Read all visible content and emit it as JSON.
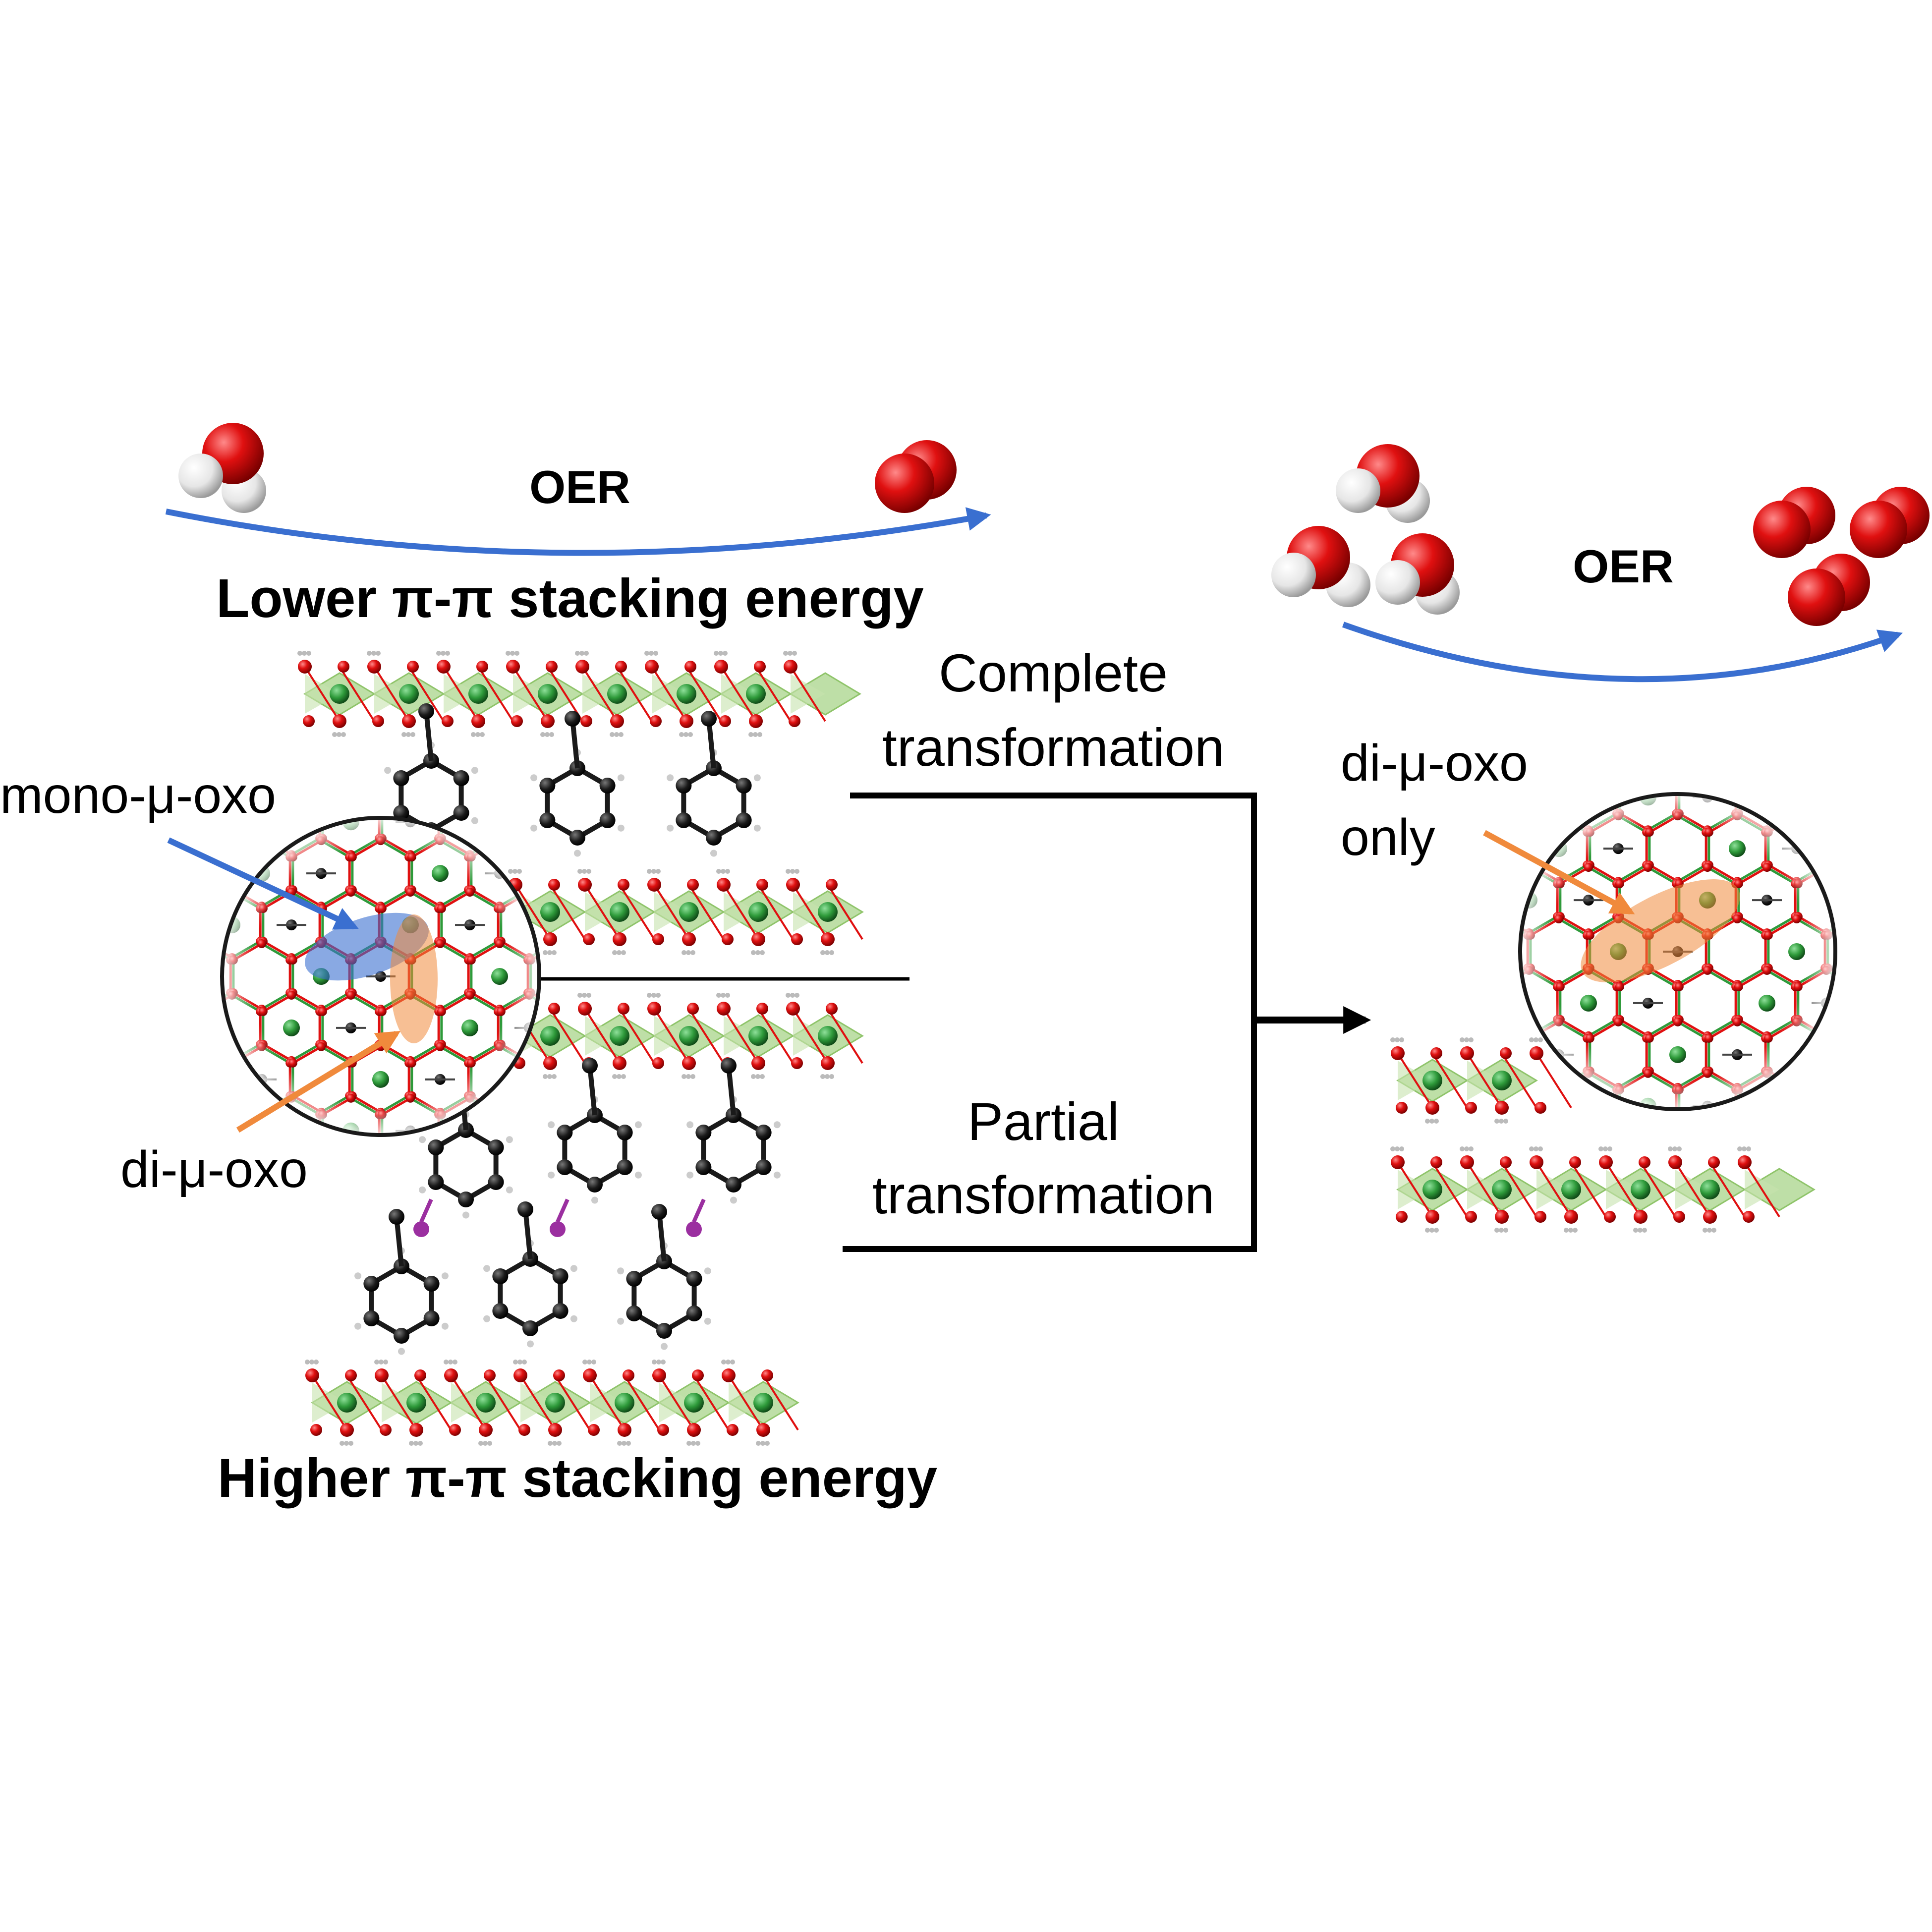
{
  "labels": {
    "oer_left": "OER",
    "oer_right": "OER",
    "lower": "Lower π-π stacking energy",
    "higher": "Higher π-π stacking energy",
    "complete_1": "Complete",
    "complete_2": "transformation",
    "partial_1": "Partial",
    "partial_2": "transformation",
    "mono": "mono-μ-oxo",
    "di_left": "di-μ-oxo",
    "di_right_1": "di-μ-oxo",
    "di_right_2": "only"
  },
  "colors": {
    "oxygen": "#e01010",
    "hydrogen": "#f2f2f2",
    "nickel": "#2e9a3a",
    "carbon": "#1a1a1a",
    "linker_bridge": "#9b2fa0",
    "octahedra": "#a8d48a",
    "blue_arrow": "#3a6fd0",
    "orange_arrow": "#f08a3c"
  }
}
